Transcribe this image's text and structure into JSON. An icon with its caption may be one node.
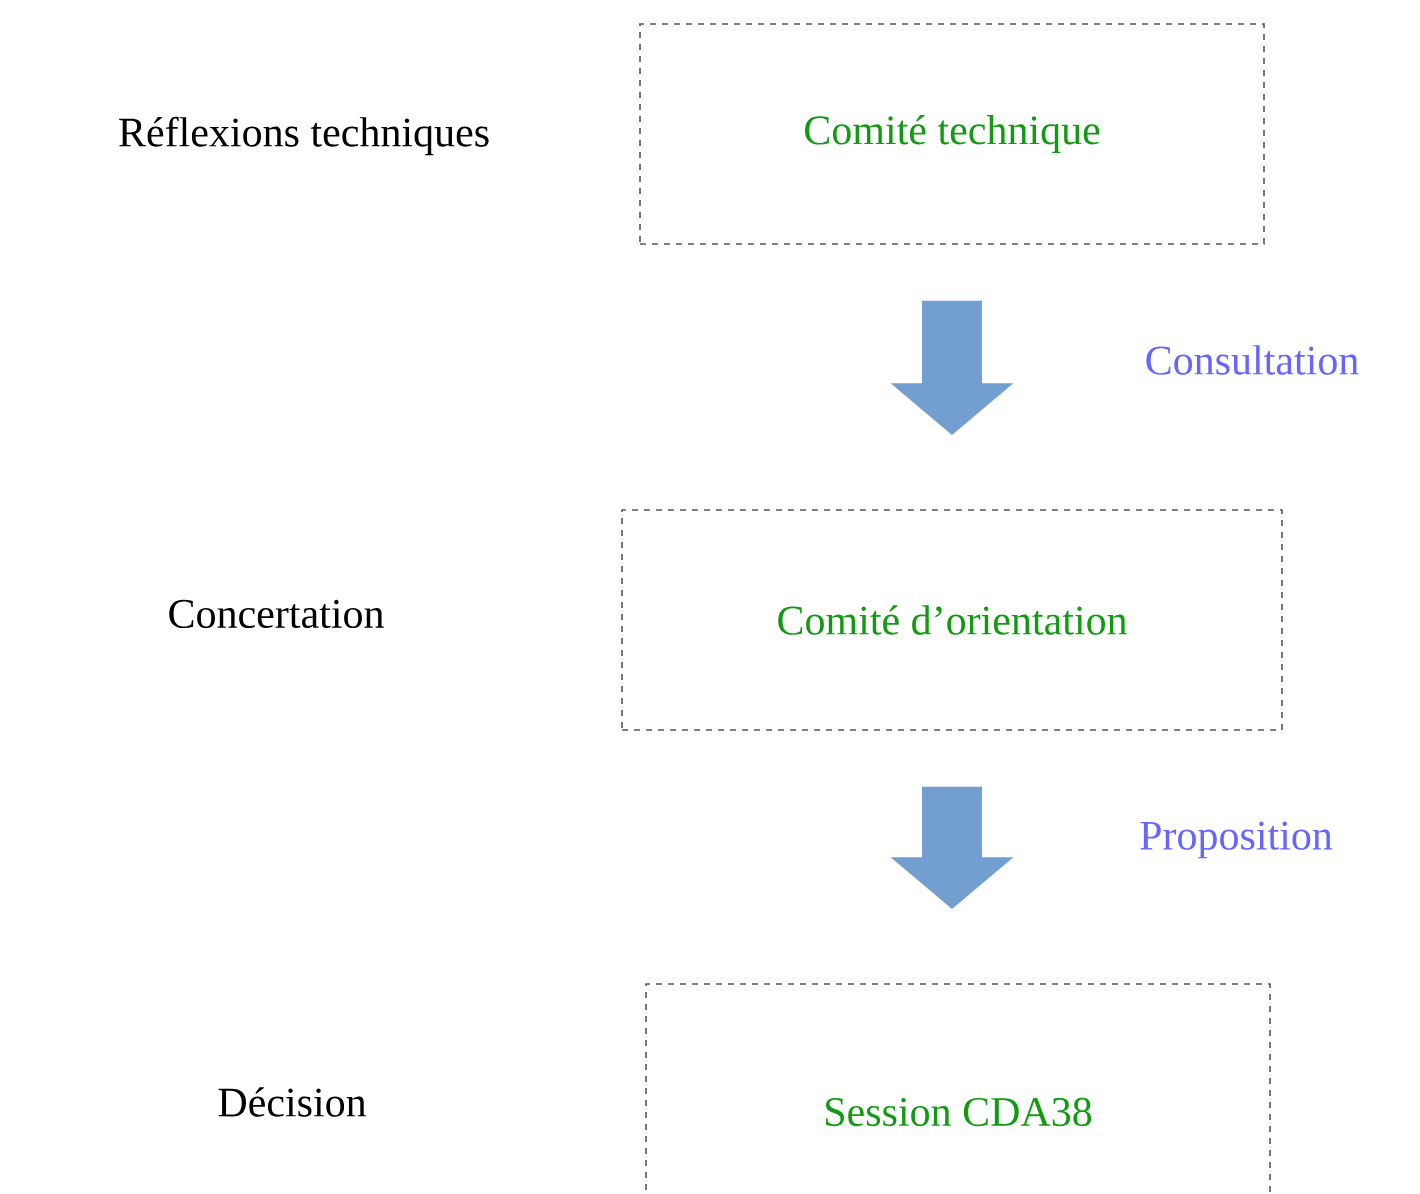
{
  "diagram": {
    "nodes": [
      {
        "text": [
          "Comité technique"
        ]
      },
      {
        "text": [
          "Comité d’orientation"
        ]
      },
      {
        "text": [
          "Session CDA38"
        ]
      }
    ],
    "edges": [
      {
        "from": 0,
        "to": 1,
        "arrow": "to",
        "label": "Consultation"
      },
      {
        "from": 1,
        "to": 2,
        "arrow": "to",
        "label": "Proposition"
      }
    ],
    "labels": [
      "Réflexions techniques",
      "Concertation",
      "Décision"
    ]
  }
}
